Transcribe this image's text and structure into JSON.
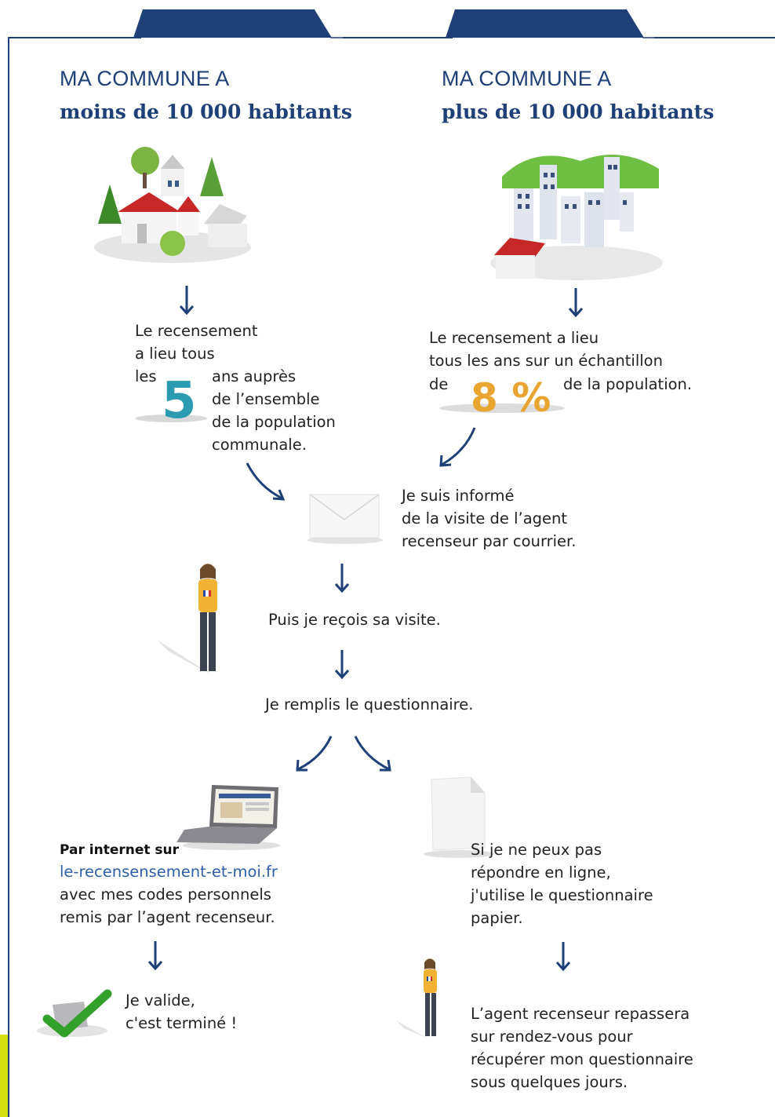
{
  "left_column": {
    "heading_line1": "MA COMMUNE A",
    "heading_line2": "moins de 10 000 habitants",
    "description": "Le recensement\na lieu tous",
    "desc_les": "les",
    "big_number": "5",
    "desc_rest": "ans auprès\nde l’ensemble\nde la population\ncommunale."
  },
  "right_column": {
    "heading_line1": "MA COMMUNE A",
    "heading_line2": "plus de 10 000 habitants",
    "description": "Le recensement a lieu\ntous les ans sur un échantillon",
    "desc_de": "de",
    "big_percent": "8 %",
    "desc_rest": "de la population."
  },
  "steps": {
    "courrier": "Je suis informé\nde la visite de l’agent\nrecenseur par courrier.",
    "visite": "Puis je reçois sa visite.",
    "questionnaire": "Je remplis le questionnaire."
  },
  "internet_branch": {
    "bold_label": "Par internet sur",
    "url": "le-recensensement-et-moi.fr",
    "rest": "avec mes codes personnels\nremis par l’agent recenseur.",
    "validate": "Je valide,\nc'est terminé !"
  },
  "paper_branch": {
    "text": "Si je ne peux pas\nrépondre en ligne,\nj'utilise le questionnaire\npapier.",
    "agent_return": "L’agent recenseur repassera\nsur rendez-vous pour\nrécupérer mon questionnaire\nsous quelques jours."
  },
  "colors": {
    "navy": "#1e3f78",
    "accent_yellow": "#d4e012",
    "gold": "#e8a530",
    "teal": "#2a9bb0"
  }
}
